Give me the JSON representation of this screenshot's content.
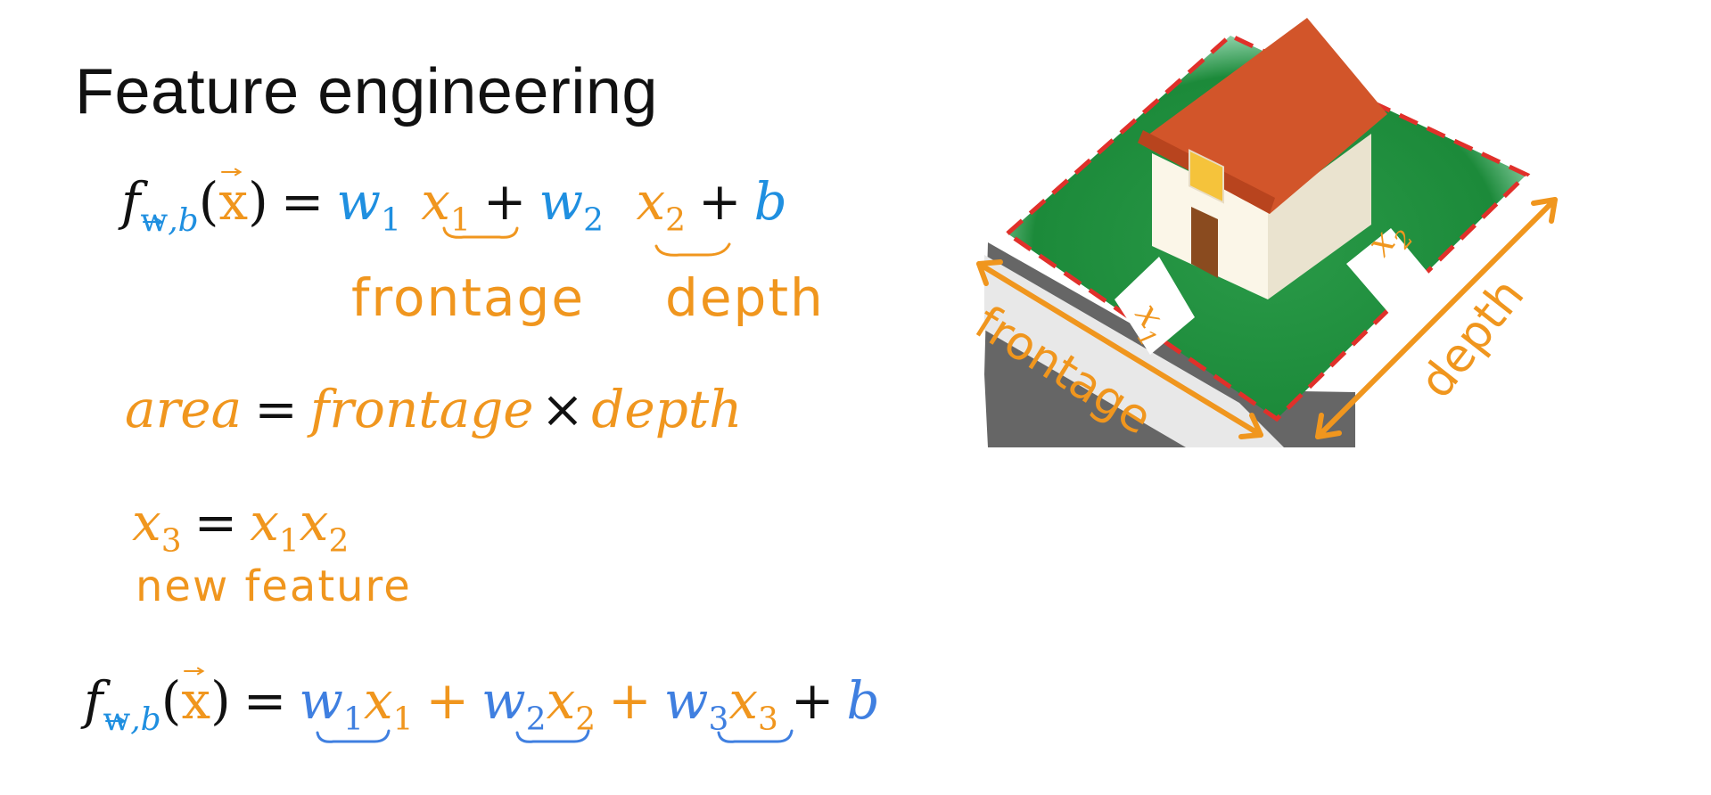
{
  "title": "Feature engineering",
  "model1": {
    "f": "f",
    "sub_w": "w",
    "sub_b": ",b",
    "lparen": "(",
    "x": "x",
    "rparen": ")",
    "eq": "=",
    "w1": "w",
    "w1_sub": "1",
    "x1": "x",
    "x1_sub": "1",
    "plus1": "+",
    "w2": "w",
    "w2_sub": "2",
    "x2": "x",
    "x2_sub": "2",
    "plus2": "+",
    "b": "b"
  },
  "annotations": {
    "frontage": "frontage",
    "depth": "depth"
  },
  "area_eq": {
    "area": "area",
    "eq": "=",
    "frontage": "frontage",
    "times": "×",
    "depth": "depth"
  },
  "x3_eq": {
    "x3": "x",
    "x3_sub": "3",
    "eq": "=",
    "x1": "x",
    "x1_sub": "1",
    "x2": "x",
    "x2_sub": "2",
    "note": "new feature"
  },
  "model2": {
    "f": "f",
    "sub_w": "w",
    "sub_b": ",b",
    "lparen": "(",
    "x": "x",
    "rparen": ")",
    "eq": "=",
    "w1": "w",
    "w1_sub": "1",
    "x1": "x",
    "x1_sub": "1",
    "plus1": "+",
    "w2": "w",
    "w2_sub": "2",
    "x2": "x",
    "x2_sub": "2",
    "plus2": "+",
    "w3": "w",
    "w3_sub": "3",
    "x3": "x",
    "x3_sub": "3",
    "plus3": "+",
    "b": "b"
  },
  "illustration": {
    "label_x1": "x",
    "label_x1_sub": "1",
    "label_x2": "x",
    "label_x2_sub": "2",
    "frontage": "frontage",
    "depth": "depth"
  },
  "colors": {
    "blue": "#1f8fe0",
    "orange": "#f0961e",
    "roof": "#d2552a",
    "lawn": "#1f8f3c",
    "lot_border": "#e0302a",
    "road": "#555555"
  }
}
